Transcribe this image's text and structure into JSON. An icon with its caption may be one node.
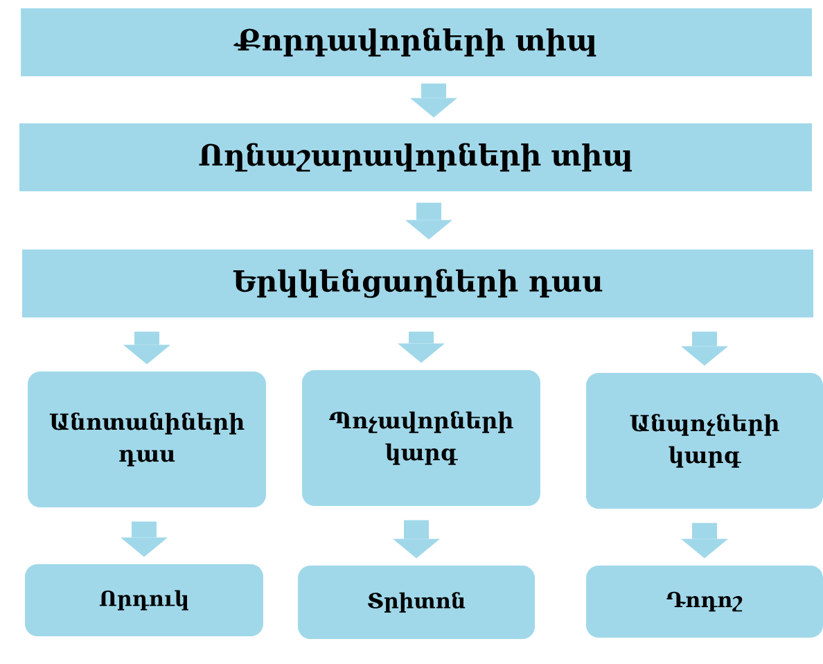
{
  "diagram": {
    "nodes": [
      {
        "text": [
          "Քորդավորների տիպ"
        ]
      },
      {
        "text": [
          "Ողնաշարավորների տիպ"
        ]
      },
      {
        "text": [
          "Երկկենցաղների դաս"
        ]
      },
      {
        "text": [
          "Անոտանիների դաս"
        ]
      },
      {
        "text": [
          "Պոչավորների կարգ"
        ]
      },
      {
        "text": [
          "Անպոչների կարգ"
        ]
      },
      {
        "text": [
          "Որդուկ"
        ]
      },
      {
        "text": [
          "Տրիտոն"
        ]
      },
      {
        "text": [
          "Դոդոշ"
        ]
      }
    ],
    "edges": [
      {
        "from": 0,
        "to": 1,
        "arrow": "to"
      },
      {
        "from": 1,
        "to": 2,
        "arrow": "to"
      },
      {
        "from": 2,
        "to": 3,
        "arrow": "to"
      },
      {
        "from": 2,
        "to": 4,
        "arrow": "to"
      },
      {
        "from": 2,
        "to": 5,
        "arrow": "to"
      },
      {
        "from": 3,
        "to": 6,
        "arrow": "to"
      },
      {
        "from": 4,
        "to": 7,
        "arrow": "to"
      },
      {
        "from": 5,
        "to": 8,
        "arrow": "to"
      }
    ]
  }
}
